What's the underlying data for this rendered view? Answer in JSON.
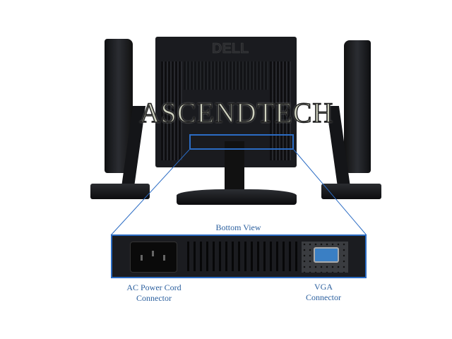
{
  "watermark": "ASCENDTECH",
  "logo": "DELL",
  "callout": {
    "title": "Bottom View",
    "ac_label_line1": "AC Power Cord",
    "ac_label_line2": "Connector",
    "vga_label_line1": "VGA",
    "vga_label_line2": "Connector"
  },
  "colors": {
    "accent": "#2b6cc4",
    "label": "#2b5f9e"
  }
}
